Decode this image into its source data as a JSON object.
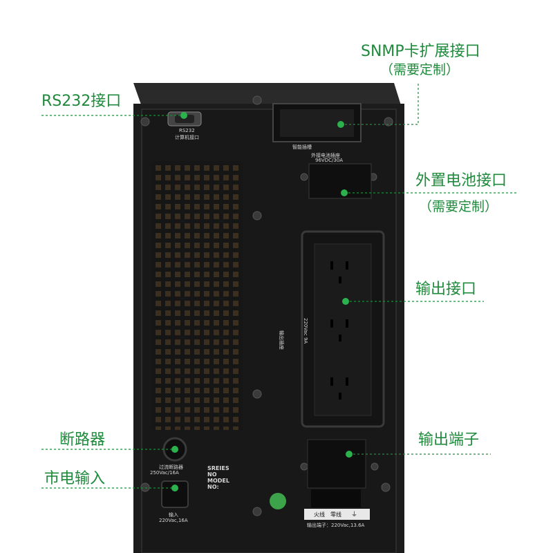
{
  "callouts": {
    "snmp": {
      "title": "SNMP卡扩展接口",
      "note": "（需要定制）"
    },
    "rs232": {
      "title": "RS232接口"
    },
    "battery": {
      "title": "外置电池接口",
      "note": "（需要定制）"
    },
    "output_socket": {
      "title": "输出接口"
    },
    "output_terminal": {
      "title": "输出端子"
    },
    "breaker": {
      "title": "断路器"
    },
    "mains_input": {
      "title": "市电输入"
    }
  },
  "panel_labels": {
    "rs232_port": "RS232",
    "computer_port": "计算机接口",
    "smart_slot": "智能插槽",
    "ext_battery": "外接电池插座",
    "ext_battery_rating": "96VDC/30A",
    "output_socket_label": "输出插座",
    "output_socket_rating": "220Vac 9A",
    "breaker_label": "过流断路器",
    "breaker_rating": "250Vac/16A",
    "input_label": "输入",
    "input_rating": "220Vac,16A",
    "series": "SREIES",
    "no": "NO",
    "model": "MODEL",
    "no2": "NO:",
    "terminal_live": "火线",
    "terminal_neutral": "零线",
    "terminal_ground": "⏚",
    "terminal_rating": "输出端子：220Vac,13.6A"
  },
  "colors": {
    "accent": "#1f8a3c",
    "device_body": "#1a1a1a",
    "device_edge": "#2e2e2e"
  }
}
